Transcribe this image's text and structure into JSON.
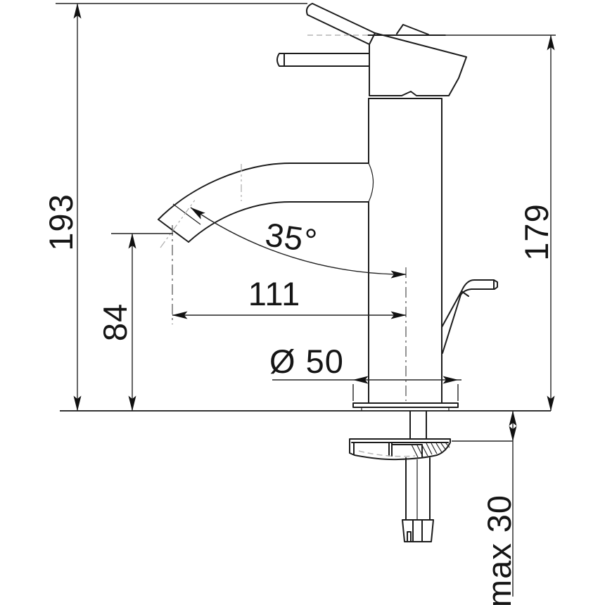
{
  "drawing": {
    "subject": "single-lever basin mixer tap - side elevation with installation dimensions",
    "ink_color": "#1c1c1c",
    "background_color": "#ffffff",
    "dimensions": {
      "overall_height": "193",
      "fixture_height": "179",
      "outlet_height": "84",
      "spout_reach": "111",
      "outlet_angle": "35°",
      "base_diameter": "Ø 50",
      "max_counter_thickness": "max 30"
    }
  }
}
